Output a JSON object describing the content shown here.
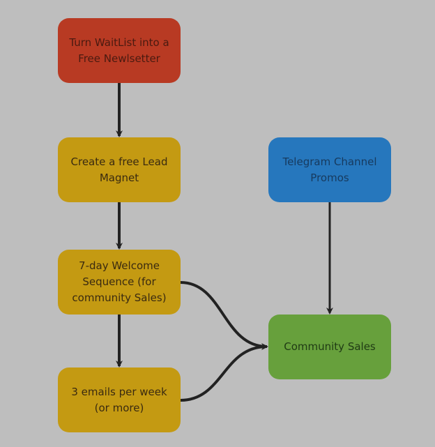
{
  "diagram": {
    "nodes": [
      {
        "id": "n1",
        "label": "Turn WaitList into a Free Newlsetter",
        "color": "#b83a23"
      },
      {
        "id": "n2",
        "label": "Create a free Lead Magnet",
        "color": "#c49a12"
      },
      {
        "id": "n3",
        "label": "7-day Welcome Sequence (for community Sales)",
        "color": "#c49a12"
      },
      {
        "id": "n4",
        "label": "3 emails per week (or more)",
        "color": "#c49a12"
      },
      {
        "id": "n5",
        "label": "Telegram Channel Promos",
        "color": "#2677bd"
      },
      {
        "id": "n6",
        "label": "Community Sales",
        "color": "#67a03c"
      }
    ],
    "edges": [
      {
        "from": "n1",
        "to": "n2"
      },
      {
        "from": "n2",
        "to": "n3"
      },
      {
        "from": "n3",
        "to": "n4"
      },
      {
        "from": "n3",
        "to": "n6"
      },
      {
        "from": "n4",
        "to": "n6"
      },
      {
        "from": "n5",
        "to": "n6"
      }
    ],
    "background": "#bebebe",
    "edge_color": "#222222"
  }
}
